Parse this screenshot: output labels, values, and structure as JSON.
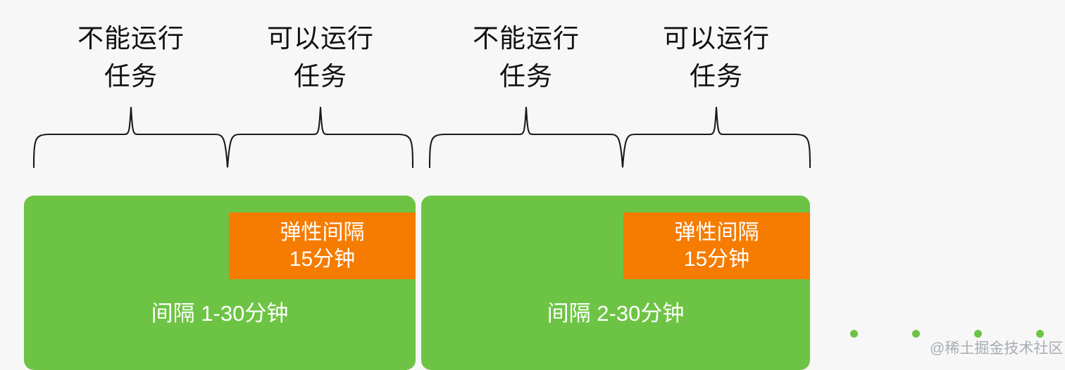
{
  "background_color": "#f7f7f7",
  "colors": {
    "interval_green": "#6dc444",
    "elastic_orange": "#f57c00",
    "label_text": "#111111",
    "box_text": "#ffffff",
    "brace_stroke": "#1a1a1a",
    "watermark_text": "#9aa0a6",
    "watermark_dot": "#6dc444"
  },
  "segments": [
    {
      "line1": "不能运行",
      "line2": "任务"
    },
    {
      "line1": "可以运行",
      "line2": "任务"
    },
    {
      "line1": "不能运行",
      "line2": "任务"
    },
    {
      "line1": "可以运行",
      "line2": "任务"
    }
  ],
  "cycles": [
    {
      "interval_caption": "间隔  1-30分钟",
      "elastic_line1": "弹性间隔",
      "elastic_line2": "15分钟"
    },
    {
      "interval_caption": "间隔  2-30分钟",
      "elastic_line1": "弹性间隔",
      "elastic_line2": "15分钟"
    }
  ],
  "watermark": {
    "text": "@稀土掘金技术社区",
    "dot_count": 4
  }
}
